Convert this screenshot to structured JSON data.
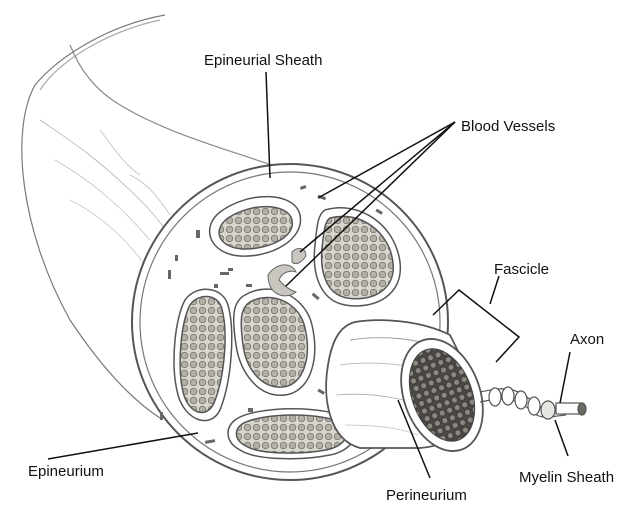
{
  "labels": {
    "epineurial_sheath": "Epineurial Sheath",
    "blood_vessels": "Blood Vessels",
    "fascicle": "Fascicle",
    "axon": "Axon",
    "epineurium": "Epineurium",
    "myelin_sheath": "Myelin Sheath",
    "perineurium": "Perineurium"
  },
  "colors": {
    "outline": "#555555",
    "fascicle_fill": "#d7d4cc",
    "axon_fill": "#b9b5ab",
    "vessel_fill": "#c9c6bf",
    "background": "#ffffff"
  }
}
